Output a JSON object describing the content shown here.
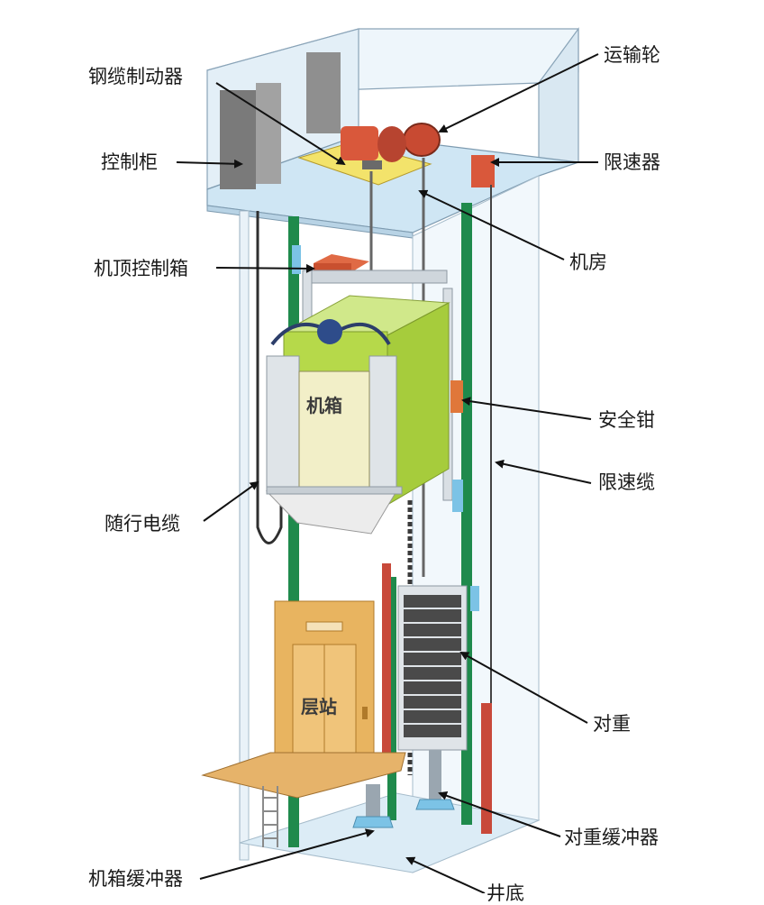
{
  "labels": {
    "transport_wheel": "运输轮",
    "cable_brake": "钢缆制动器",
    "control_cabinet": "控制柜",
    "speed_limiter": "限速器",
    "machine_room": "机房",
    "car_top_control_box": "机顶控制箱",
    "safety_gear": "安全钳",
    "speed_limiter_cable": "限速缆",
    "traveling_cable": "随行电缆",
    "counterweight": "对重",
    "counterweight_buffer": "对重缓冲器",
    "car_buffer": "机箱缓冲器",
    "pit": "井底"
  },
  "car_text": "机箱",
  "landing_text": "层站",
  "colors": {
    "rail_green": "#1f8a4c",
    "car_green": "#b6d94a",
    "machine_orange": "#d9583b",
    "machine_yellow": "#f3e36b",
    "door_orange": "#e8b460",
    "shaft_blue": "#dcecf6",
    "buffer_blue": "#7cc3e6",
    "counterweight_dark": "#4a4a4a"
  }
}
